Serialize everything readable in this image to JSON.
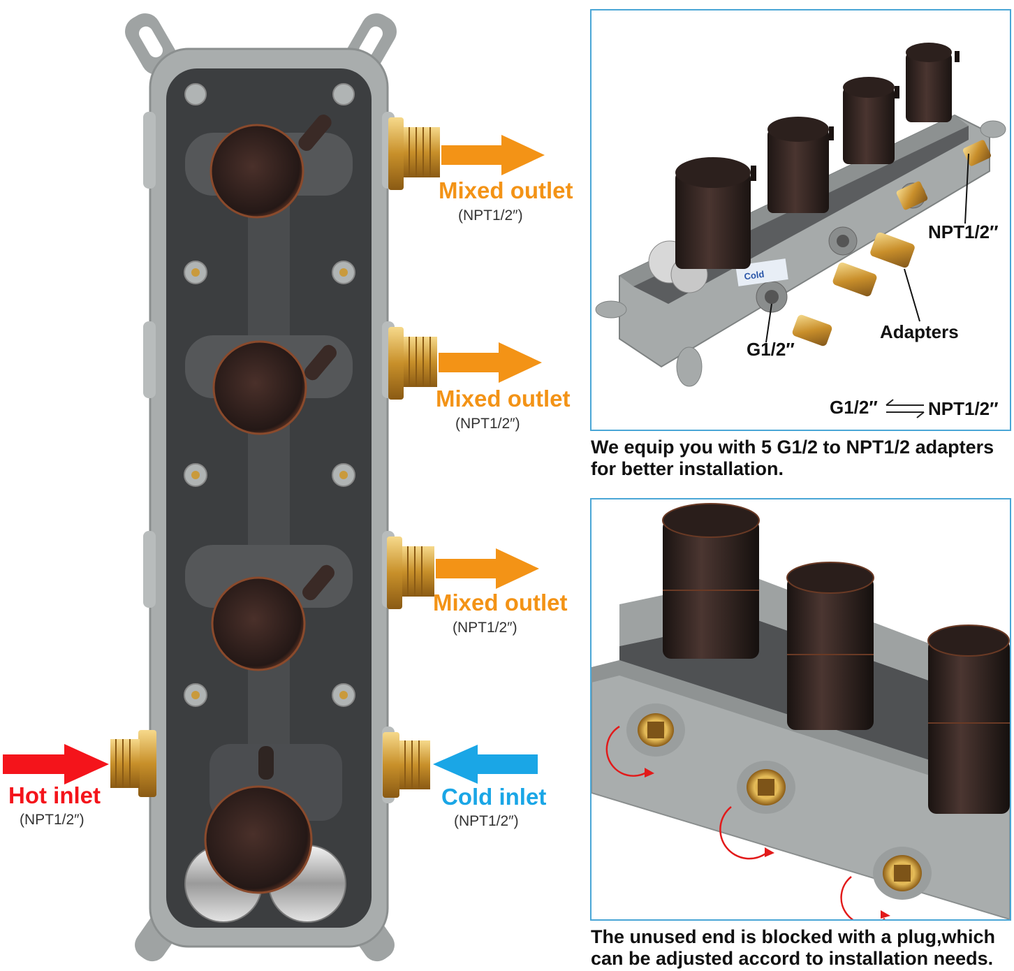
{
  "left": {
    "outlet_1": {
      "label": "Mixed outlet",
      "spec": "(NPT1/2″)"
    },
    "outlet_2": {
      "label": "Mixed outlet",
      "spec": "(NPT1/2″)"
    },
    "outlet_3": {
      "label": "Mixed outlet",
      "spec": "(NPT1/2″)"
    },
    "hot_inlet": {
      "label": "Hot inlet",
      "spec": "(NPT1/2″)"
    },
    "cold_inlet": {
      "label": "Cold inlet",
      "spec": "(NPT1/2″)"
    }
  },
  "top_panel": {
    "npt_label": "NPT1/2″",
    "adapters_label": "Adapters",
    "g_label": "G1/2″",
    "conversion_left": "G1/2″",
    "conversion_right": "NPT1/2″",
    "cold_stamp": "Cold",
    "caption_line1": "We equip you with 5 G1/2 to NPT1/2 adapters",
    "caption_line2": "for better installation."
  },
  "bottom_panel": {
    "caption_line1": "The unused end is blocked with a plug,which",
    "caption_line2": "can be adjusted accord to installation needs."
  },
  "colors": {
    "orange": "#f39316",
    "red": "#f4141b",
    "blue": "#1aa6e6",
    "panel_border": "#4aa6d6",
    "housing_gray": "#a7abab",
    "body_dark": "#3d3f41",
    "bronze": "#2e2320",
    "brass": "#d9a53a"
  }
}
